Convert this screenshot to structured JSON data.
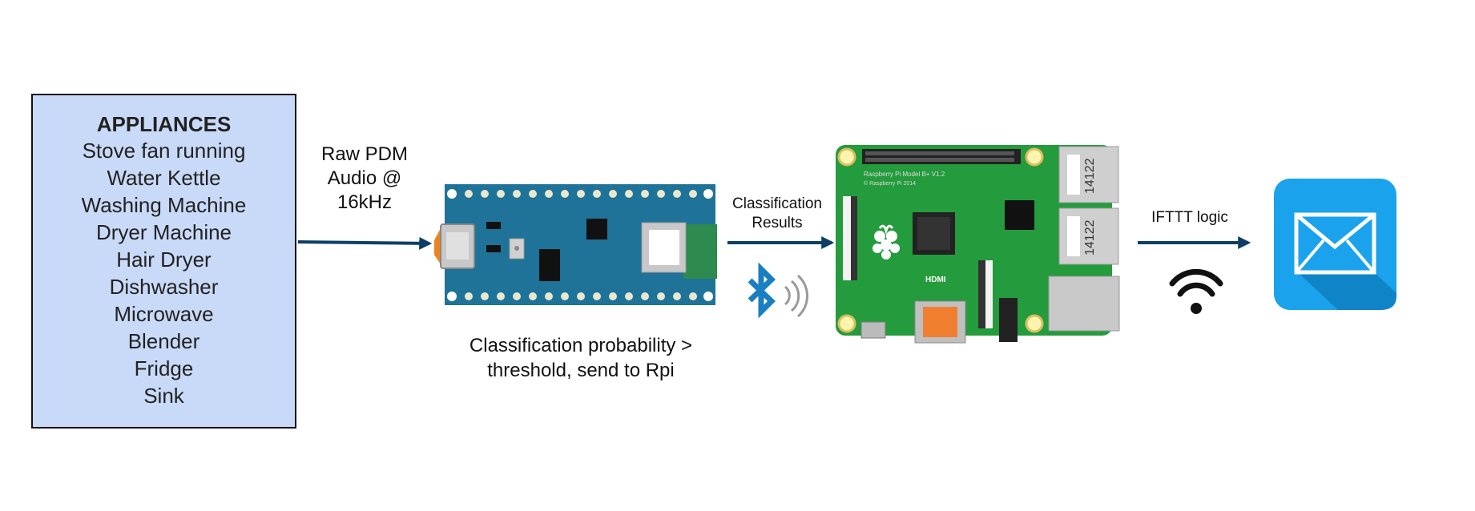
{
  "appliances": {
    "title": "APPLIANCES",
    "items": [
      "Stove fan running",
      "Water Kettle",
      "Washing Machine",
      "Dryer Machine",
      "Hair Dryer",
      "Dishwasher",
      "Microwave",
      "Blender",
      "Fridge",
      "Sink"
    ]
  },
  "labels": {
    "audio": [
      "Raw PDM",
      "Audio @",
      "16kHz"
    ],
    "classification": [
      "Classification probability >",
      "threshold, send to Rpi"
    ],
    "results": [
      "Classification",
      "Results"
    ],
    "ifttt": "IFTTT logic"
  },
  "board": {
    "rpi_model": "Raspberry Pi Model B+ V1.2",
    "rpi_year": "© Raspberry Pi 2014",
    "hdmi": "HDMI",
    "usb_code": "14122"
  },
  "colors": {
    "arrow": "#0d3f66",
    "appliances_fill": "#c9daf8",
    "nano_board": "#1f7298",
    "rpi_board": "#249b3c",
    "mail_bg": "#1aa2ed",
    "bluetooth": "#1a7fc1"
  }
}
